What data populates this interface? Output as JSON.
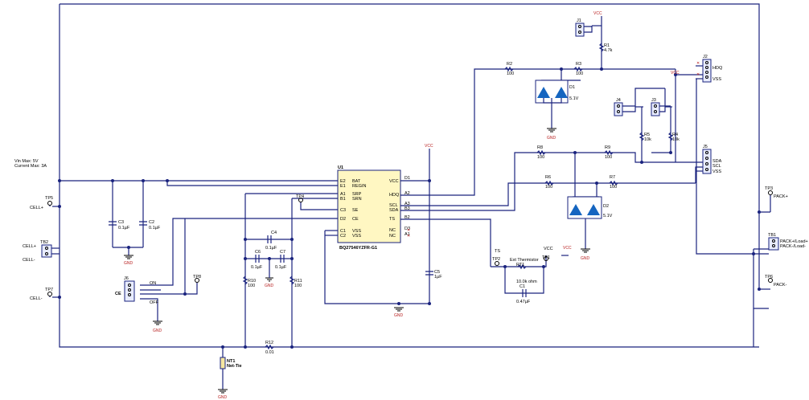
{
  "notes": {
    "vin": "Vin Max: 5V",
    "current": "Current Max: 3A"
  },
  "ic": {
    "ref": "U1",
    "part": "BQ27546YZFR-G1",
    "pins_left": [
      {
        "num": "E2",
        "name": "BAT"
      },
      {
        "num": "E1",
        "name": "REGIN"
      },
      {
        "num": "A1",
        "name": "SRP"
      },
      {
        "num": "B1",
        "name": "SRN"
      },
      {
        "num": "C3",
        "name": "SE"
      },
      {
        "num": "D2",
        "name": "CE"
      },
      {
        "num": "C1",
        "name": "VSS"
      },
      {
        "num": "C2",
        "name": "VSS"
      }
    ],
    "pins_right": [
      {
        "num": "D1",
        "name": "VCC"
      },
      {
        "num": "A2",
        "name": "HDQ"
      },
      {
        "num": "A3",
        "name": "SCL"
      },
      {
        "num": "B3",
        "name": "SDA"
      },
      {
        "num": "B2",
        "name": "TS"
      },
      {
        "num": "D3",
        "name": "NC"
      },
      {
        "num": "A1",
        "name": "NC"
      }
    ]
  },
  "labels": {
    "vcc": "VCC",
    "gnd": "GND",
    "cell_plus": "CELL+",
    "cell_minus": "CELL-",
    "pack_plus": "PACK+",
    "pack_minus": "PACK-",
    "pack_load_plus": "PACK+/Load+",
    "pack_load_minus": "PACK-/Load-",
    "hdq": "HDQ",
    "vss": "VSS",
    "sda": "SDA",
    "scl": "SCL",
    "on": "ON",
    "off": "OFF",
    "ce": "CE",
    "ts": "TS",
    "ext_therm": "Ext Thermistor",
    "net_tie": "Net-Tie"
  },
  "refs": {
    "tp5": "TP5",
    "tp7": "TP7",
    "tp4": "TP4",
    "tp8": "TP8",
    "tp2": "TP2",
    "tp1": "TP1",
    "tp3": "TP3",
    "tp6": "TP6",
    "tb2": "TB2",
    "tb1": "TB1",
    "j1": "J1",
    "j2": "J2",
    "j3": "J3",
    "j4": "J4",
    "j5": "J5",
    "j6": "J6",
    "r1": "R1",
    "r1v": "4.7k",
    "r2": "R2",
    "r2v": "100",
    "r3": "R3",
    "r3v": "100",
    "r4": "R4",
    "r4v": "10k",
    "r5": "R5",
    "r5v": "10k",
    "r6": "R6",
    "r6v": "100",
    "r7": "R7",
    "r7v": "100",
    "r8": "R8",
    "r8v": "100",
    "r9": "R9",
    "r9v": "100",
    "r10": "R10",
    "r10v": "100",
    "r11": "R11",
    "r11v": "100",
    "r12": "R12",
    "r12v": "0.01",
    "rt1": "RT1",
    "rt1v": "10.0k ohm",
    "c1": "C1",
    "c1v": "0.47µF",
    "c2": "C2",
    "c2v": "0.1µF",
    "c3": "C3",
    "c3v": "0.1µF",
    "c4": "C4",
    "c4v": "0.1µF",
    "c5": "C5",
    "c5v": "1µF",
    "c6": "C6",
    "c6v": "0.1µF",
    "c7": "C7",
    "c7v": "0.1µF",
    "d1": "D1",
    "d1v": "5.1V",
    "d2": "D2",
    "d2v": "5.1V",
    "nt1": "NT1"
  }
}
